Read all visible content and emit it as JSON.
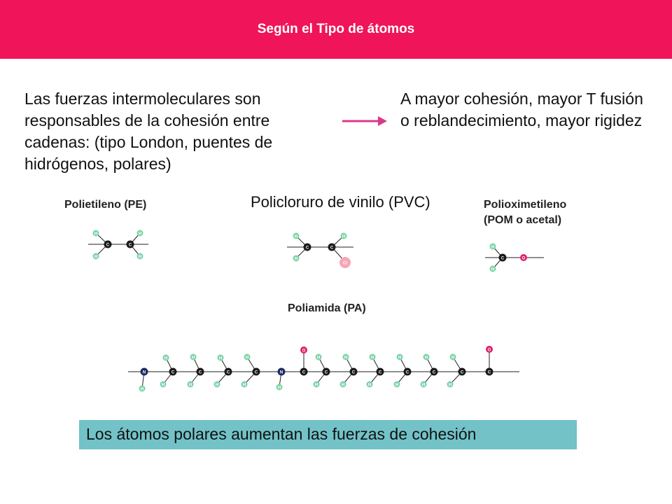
{
  "header": {
    "title": "Según  el Tipo de átomos"
  },
  "left_text": "Las fuerzas intermoleculares son responsables de la cohesión entre cadenas: (tipo London, puentes de hidrógenos, polares)",
  "right_text": "A mayor cohesión, mayor T fusión o reblandecimiento, mayor rigidez",
  "molecules": {
    "pe": {
      "name": "Polietileno (PE)"
    },
    "pvc": {
      "name": "Policloruro de vinilo (PVC)"
    },
    "pom": {
      "name_line1": "Polioximetileno",
      "name_line2": "(POM o acetal)"
    },
    "pa": {
      "name": "Poliamida (PA)"
    }
  },
  "atoms": {
    "carbon": "C",
    "hydrogen": "H",
    "oxygen": "O",
    "nitrogen": "N",
    "chlorine": "Cl"
  },
  "colors": {
    "header": "#f0145a",
    "arrow": "#d83a8a",
    "carbon": "#1a1a1a",
    "nitrogen": "#1f2a60",
    "hydrogen": "#7dd3a8",
    "oxygen": "#e0206a",
    "chlorine": "#f6a6b6",
    "banner": "#72c2c7"
  },
  "banner": {
    "text": "Los átomos polares aumentan las fuerzas de cohesión"
  }
}
